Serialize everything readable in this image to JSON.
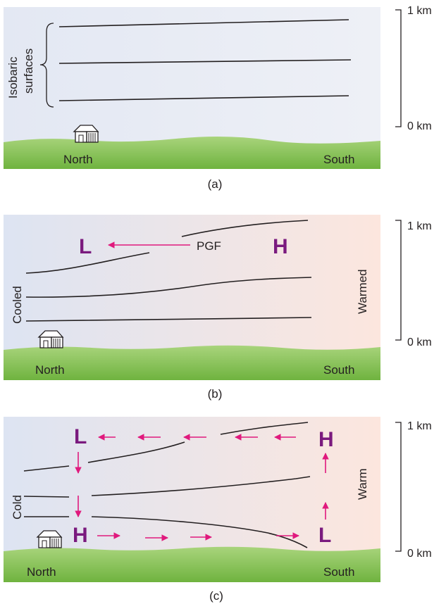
{
  "colors": {
    "hl_color": "#7a1a7e",
    "arrow_color": "#e0197d",
    "ground_color": "#8dc65a",
    "sky_cool": "#dfe6f3",
    "sky_warm": "#fbe7df"
  },
  "scale": {
    "top": "1 km",
    "bottom": "0 km"
  },
  "panel_a": {
    "caption": "(a)",
    "isobaric_label_1": "Isobaric",
    "isobaric_label_2": "surfaces",
    "north": "North",
    "south": "South"
  },
  "panel_b": {
    "caption": "(b)",
    "L": "L",
    "H": "H",
    "pgf": "PGF",
    "cooled": "Cooled",
    "warmed": "Warmed",
    "north": "North",
    "south": "South"
  },
  "panel_c": {
    "caption": "(c)",
    "L_top": "L",
    "H_top": "H",
    "H_bottom": "H",
    "L_bottom": "L",
    "cold": "Cold",
    "warm": "Warm",
    "north": "North",
    "south": "South"
  },
  "icons": [
    "house-icon",
    "arrow-icon",
    "brace-icon"
  ]
}
